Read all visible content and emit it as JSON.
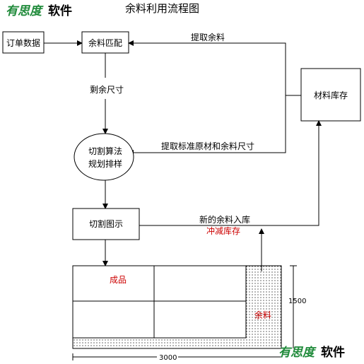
{
  "title": "余料利用流程图",
  "logo_top": {
    "green": "有思度",
    "black": "软件"
  },
  "logo_bottom": {
    "green": "有思度",
    "black": "软件"
  },
  "nodes": {
    "order_data": "订单数据",
    "remnant_match": "余料匹配",
    "inventory": "材料库存",
    "algorithm_line1": "切割算法",
    "algorithm_line2": "规划排样",
    "cut_diagram": "切割图示"
  },
  "edge_labels": {
    "extract_remnant": "提取余料",
    "remaining_size": "剩余尺寸",
    "extract_std_and_remnant": "提取标准原材和余料尺寸",
    "new_remnant_in": "新的余料入库",
    "offset_inventory": "冲减库存"
  },
  "sheet": {
    "product_label": "成品",
    "remnant_label": "余料",
    "width_label": "3000",
    "height_label": "1500"
  },
  "colors": {
    "accent_red": "#cc0000",
    "logo_green": "#1f8a3a"
  }
}
